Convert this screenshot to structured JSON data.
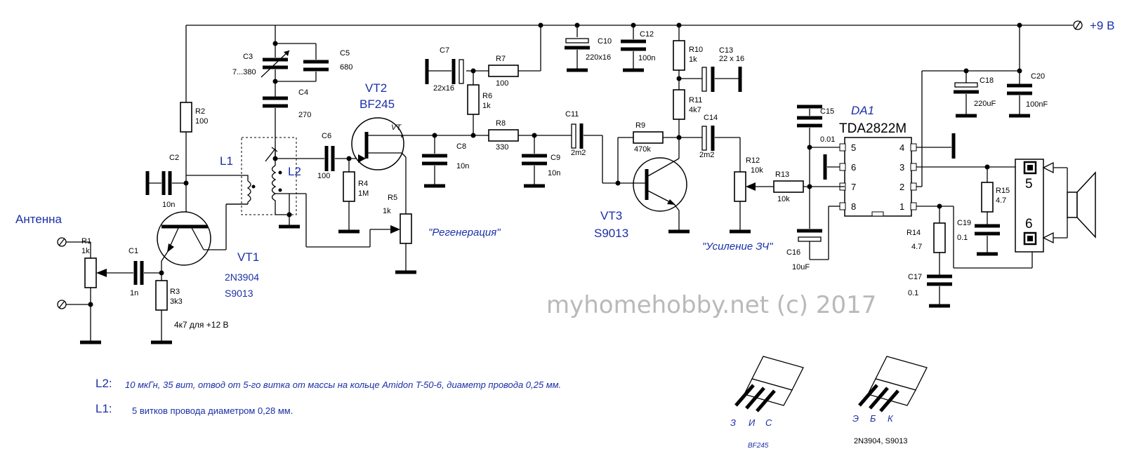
{
  "supply_label": "+9 В",
  "antenna_label": "Антенна",
  "regen_label": "\"Регенерация\"",
  "audio_gain_label": "\"Усиление ЗЧ\"",
  "watermark": "myhomehobby.net (c) 2017",
  "transistors": {
    "vt1": {
      "name": "VT1",
      "types": [
        "2N3904",
        "S9013"
      ]
    },
    "vt2": {
      "name": "VT2",
      "type": "BF245",
      "pin": "VT"
    },
    "vt3": {
      "name": "VT3",
      "type": "S9013"
    }
  },
  "ic": {
    "name": "DA1",
    "type": "TDA2822M",
    "pins_left": [
      "5",
      "6",
      "7",
      "8"
    ],
    "pins_right": [
      "4",
      "3",
      "2",
      "1"
    ]
  },
  "connector": {
    "pins": [
      "5",
      "6"
    ]
  },
  "coils": {
    "l1": "L1",
    "l2": "L2"
  },
  "components": {
    "r1": {
      "name": "R1",
      "value": "1k"
    },
    "r2": {
      "name": "R2",
      "value": "100"
    },
    "r3": {
      "name": "R3",
      "value": "3k3"
    },
    "r3_note": "4к7 для  +12 В",
    "r4": {
      "name": "R4",
      "value": "1M"
    },
    "r5": {
      "name": "R5",
      "value": "1k"
    },
    "r6": {
      "name": "R6",
      "value": "1k"
    },
    "r7": {
      "name": "R7",
      "value": "100"
    },
    "r8": {
      "name": "R8",
      "value": "330"
    },
    "r9": {
      "name": "R9",
      "value": "470k"
    },
    "r10": {
      "name": "R10",
      "value": "1k"
    },
    "r11": {
      "name": "R11",
      "value": "4k7"
    },
    "r12": {
      "name": "R12",
      "value": "10k"
    },
    "r13": {
      "name": "R13",
      "value": "10k"
    },
    "r14": {
      "name": "R14",
      "value": "4.7"
    },
    "r15": {
      "name": "R15",
      "value": "4.7"
    },
    "c1": {
      "name": "C1",
      "value": "1n"
    },
    "c2": {
      "name": "C2",
      "value": "10n"
    },
    "c3": {
      "name": "C3",
      "value": "7...380"
    },
    "c4": {
      "name": "C4",
      "value": "270"
    },
    "c5": {
      "name": "C5",
      "value": "680"
    },
    "c6": {
      "name": "C6",
      "value": "100"
    },
    "c7": {
      "name": "C7",
      "value": "22x16"
    },
    "c8": {
      "name": "C8",
      "value": "10n"
    },
    "c9": {
      "name": "C9",
      "value": "10n"
    },
    "c10": {
      "name": "C10",
      "value": "220x16"
    },
    "c11": {
      "name": "C11",
      "value": "2m2"
    },
    "c12": {
      "name": "C12",
      "value": "100n"
    },
    "c13": {
      "name": "C13",
      "value": "22 x 16"
    },
    "c14": {
      "name": "C14",
      "value": "2m2"
    },
    "c15": {
      "name": "C15",
      "value": "0.01"
    },
    "c16": {
      "name": "C16",
      "value": "10uF"
    },
    "c17": {
      "name": "C17",
      "value": "0.1"
    },
    "c18": {
      "name": "C18",
      "value": "220uF"
    },
    "c19": {
      "name": "C19",
      "value": "0.1"
    },
    "c20": {
      "name": "C20",
      "value": "100nF"
    }
  },
  "notes": [
    {
      "label": "L2:",
      "text": "10 мкГн, 35 вит, отвод от 5-го витка от массы на кольце Amidon T-50-6, диаметр провода 0,25 мм."
    },
    {
      "label": "L1:",
      "text": "5 витков провода диаметром 0,28 мм."
    }
  ],
  "pinouts": [
    {
      "letters": [
        "З",
        "И",
        "С"
      ],
      "caption": "BF245"
    },
    {
      "letters": [
        "Э",
        "Б",
        "К"
      ],
      "caption": "2N3904, S9013"
    }
  ]
}
